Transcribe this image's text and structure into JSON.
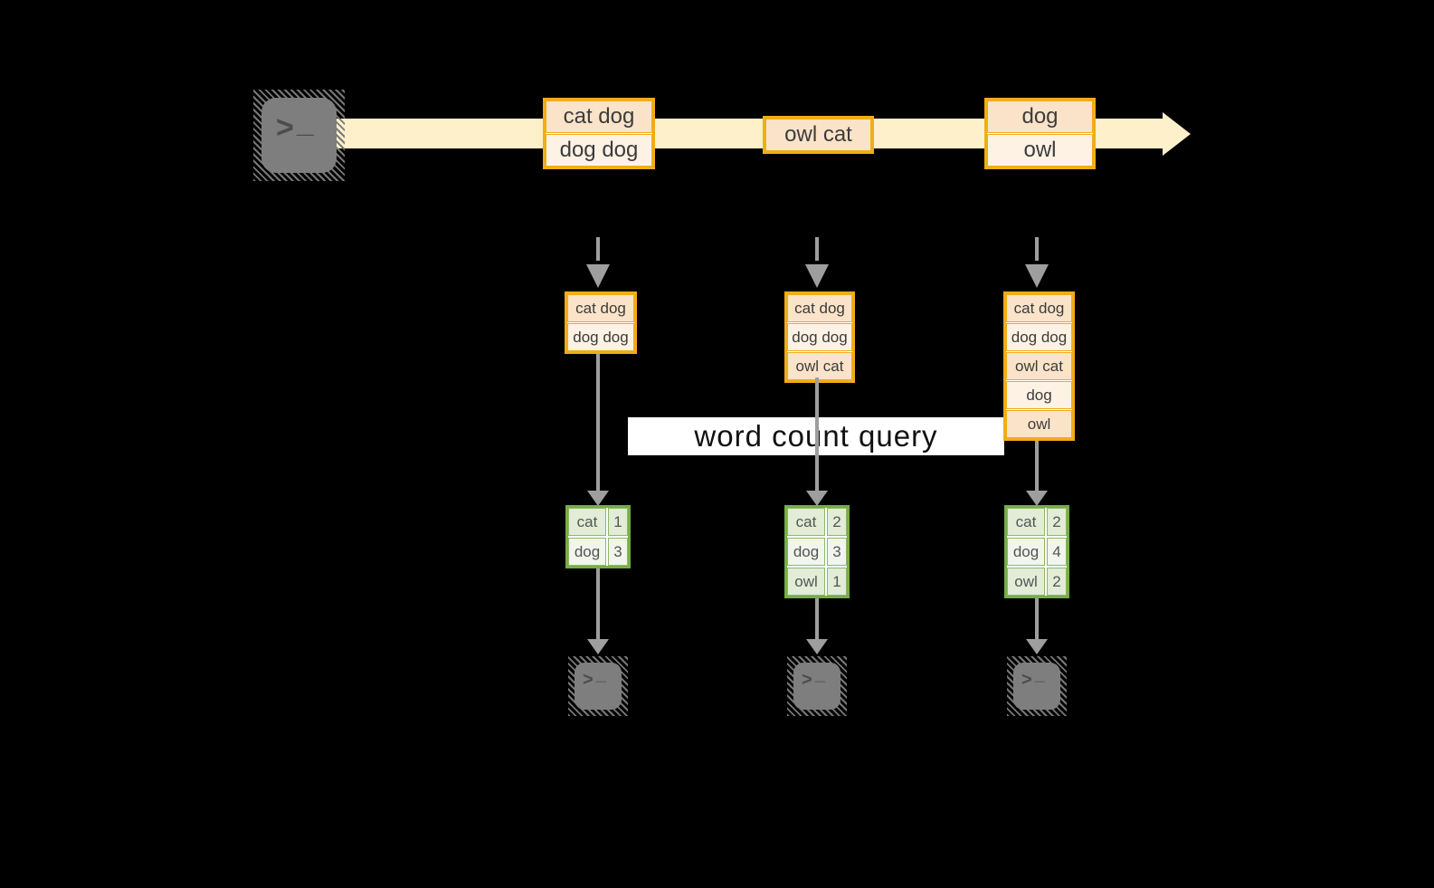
{
  "banner": {
    "label": "word count query"
  },
  "stream": {
    "batches": [
      {
        "rows": [
          "cat dog",
          "dog dog"
        ]
      },
      {
        "rows": [
          "owl cat"
        ]
      },
      {
        "rows": [
          "dog",
          "owl"
        ]
      }
    ]
  },
  "columns": [
    {
      "buffer": [
        "cat dog",
        "dog dog"
      ],
      "counts": [
        {
          "word": "cat",
          "count": "1"
        },
        {
          "word": "dog",
          "count": "3"
        }
      ]
    },
    {
      "buffer": [
        "cat dog",
        "dog dog",
        "owl cat"
      ],
      "counts": [
        {
          "word": "cat",
          "count": "2"
        },
        {
          "word": "dog",
          "count": "3"
        },
        {
          "word": "owl",
          "count": "1"
        }
      ]
    },
    {
      "buffer": [
        "cat dog",
        "dog dog",
        "owl cat",
        "dog",
        "owl"
      ],
      "counts": [
        {
          "word": "cat",
          "count": "2"
        },
        {
          "word": "dog",
          "count": "4"
        },
        {
          "word": "owl",
          "count": "2"
        }
      ]
    }
  ],
  "terminal": {
    "chevron": ">",
    "cursor": "_"
  },
  "icons": {
    "source": "terminal-icon",
    "sinks": [
      "terminal-icon",
      "terminal-icon",
      "terminal-icon"
    ]
  },
  "colors": {
    "background": "#000000",
    "stream_arrow": "#fdf0ca",
    "amber_border": "#f0ad18",
    "peach_dark": "#fae3c8",
    "peach_light": "#fdf2e4",
    "green_border": "#76ad48",
    "green_cell_dark": "#e2ecd7",
    "green_cell_light": "#f1f5ec",
    "arrow_gray": "#9e9e9e",
    "icon_gray": "#7e7e7e",
    "banner_bg": "#ffffff"
  }
}
